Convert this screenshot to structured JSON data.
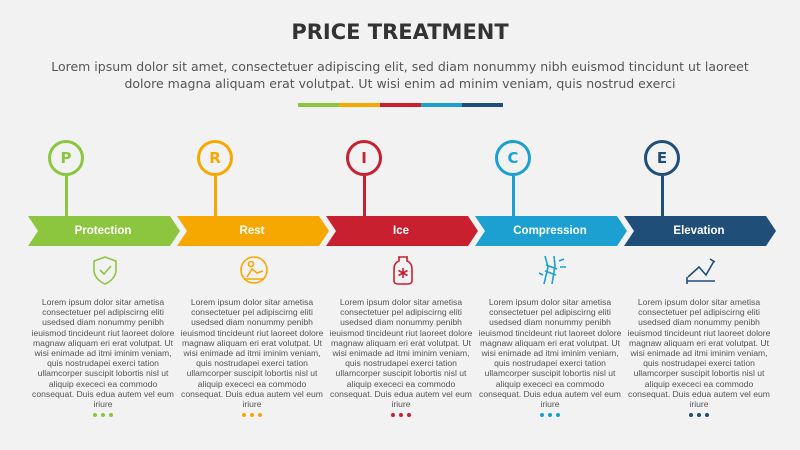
{
  "title": "PRICE TREATMENT",
  "subtitle": "Lorem ipsum dolor sit amet, consectetuer adipiscing elit, sed diam nonummy nibh euismod tincidunt ut laoreet dolore magna aliquam erat volutpat. Ut wisi enim ad minim veniam, quis nostrud exerci",
  "stages": [
    {
      "letter": "P",
      "label": "Protection",
      "color": "#8cc63f",
      "icon": "shield-check-icon",
      "text": "Lorem ipsum dolor sitar ametisa consectetuer pel adipiscirng eliti usedsed diam nonummy penibh ieuismod tincideunt riut laoreet dolore magnaw aliquam eri erat volutpat. Ut wisi enimade ad itmi iminim veniam, quis nostrudapei exerci tation ullamcorper suscipit lobortis nisl ut aliquip exececi ea commodo consequat. Duis edua autem vel eum iriure"
    },
    {
      "letter": "R",
      "label": "Rest",
      "color": "#f7a800",
      "icon": "rest-person-icon",
      "text": "Lorem ipsum dolor sitar ametisa consectetuer pel adipiscirng eliti usedsed diam nonummy penibh ieuismod tincideunt riut laoreet dolore magnaw aliquam eri erat volutpat. Ut wisi enimade ad itmi iminim veniam, quis nostrudapei exerci tation ullamcorper suscipit lobortis nisl ut aliquip exececi ea commodo consequat. Duis edua autem vel eum iriure"
    },
    {
      "letter": "I",
      "label": "Ice",
      "color": "#c8202f",
      "icon": "ice-pack-icon",
      "text": "Lorem ipsum dolor sitar ametisa consectetuer pel adipiscirng eliti usedsed diam nonummy penibh ieuismod tincideunt riut laoreet dolore magnaw aliquam eri erat volutpat. Ut wisi enimade ad itmi iminim veniam, quis nostrudapei exerci tation ullamcorper suscipit lobortis nisl ut aliquip exececi ea commodo consequat. Duis edua autem vel eum iriure"
    },
    {
      "letter": "C",
      "label": "Compression",
      "color": "#1ba0d1",
      "icon": "compression-knee-icon",
      "text": "Lorem ipsum dolor sitar ametisa consectetuer pel adipiscirng eliti usedsed diam nonummy penibh ieuismod tincideunt riut laoreet dolore magnaw aliquam eri erat volutpat. Ut wisi enimade ad itmi iminim veniam, quis nostrudapei exerci tation ullamcorper suscipit lobortis nisl ut aliquip exececi ea commodo consequat. Duis edua autem vel eum iriure"
    },
    {
      "letter": "E",
      "label": "Elevation",
      "color": "#1f4e79",
      "icon": "elevated-leg-icon",
      "text": "Lorem ipsum dolor sitar ametisa consectetuer pel adipiscirng eliti usedsed diam nonummy penibh ieuismod tincideunt riut laoreet dolore magnaw aliquam eri erat volutpat. Ut wisi enimade ad itmi iminim veniam, quis nostrudapei exerci tation ullamcorper suscipit lobortis nisl ut aliquip exececi ea commodo consequat. Duis edua autem vel eum iriure"
    }
  ]
}
